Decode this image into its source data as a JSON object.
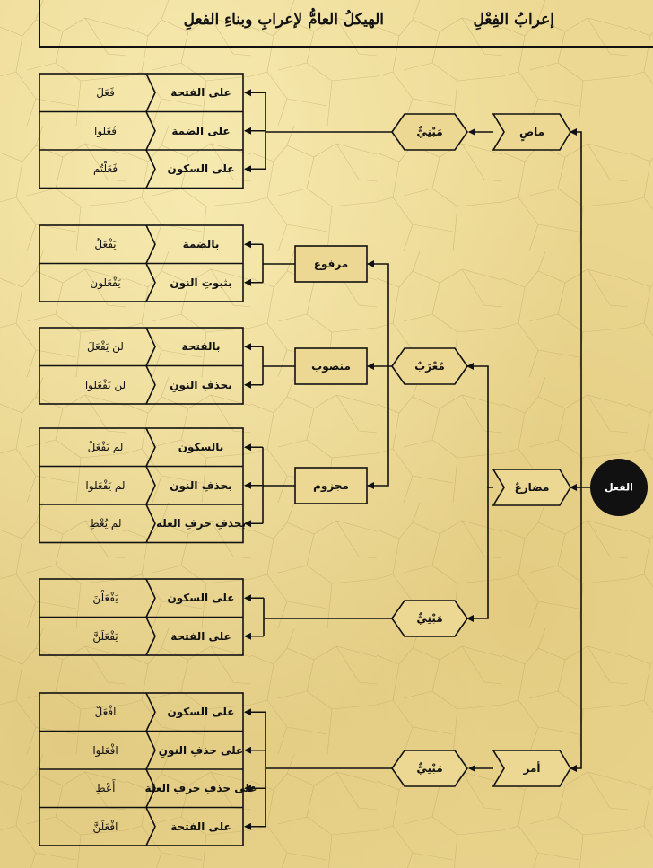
{
  "header": {
    "title_right": "إعرابُ الفِعْلِ",
    "title_main": "الهيكلُ العامُّ لإعرابِ وبناءِ الفعلِ"
  },
  "root": "الفعل",
  "verbs": {
    "madi": "ماضٍ",
    "mudari": "مضارعٌ",
    "amr": "أمر"
  },
  "states": {
    "madi_mabni": "مَبْنِيٌّ",
    "mudari_murab": "مُعْرَبٌ",
    "mudari_mabni": "مَبْنِيٌّ",
    "amr_mabni": "مَبْنِيٌّ"
  },
  "cases": {
    "marfu": "مرفوع",
    "mansub": "منصوب",
    "majzum": "مجزوم"
  },
  "groups": {
    "madi": [
      {
        "sign": "على الفتحة",
        "example": "فَعَلَ"
      },
      {
        "sign": "على الضمة",
        "example": "فَعَلوا"
      },
      {
        "sign": "على السكون",
        "example": "فَعَلْتُم"
      }
    ],
    "marfu": [
      {
        "sign": "بالضمة",
        "example": "يَفْعَلُ"
      },
      {
        "sign": "بثبوتِ النون",
        "example": "يَفْعَلون"
      }
    ],
    "mansub": [
      {
        "sign": "بالفتحة",
        "example": "لن يَفْعَلَ"
      },
      {
        "sign": "بحذفِ النونِ",
        "example": "لن يَفْعَلوا"
      }
    ],
    "majzum": [
      {
        "sign": "بالسكون",
        "example": "لم يَفْعَلْ"
      },
      {
        "sign": "بحذفِ النون",
        "example": "لم يَفْعَلوا"
      },
      {
        "sign": "بحذفِ حرفِ العلة",
        "example": "لم يُعْطِ"
      }
    ],
    "mudari_mabni": [
      {
        "sign": "على السكون",
        "example": "يَفْعَلْنَ"
      },
      {
        "sign": "على الفتحة",
        "example": "يَفْعَلَنَّ"
      }
    ],
    "amr": [
      {
        "sign": "على السكون",
        "example": "افْعَلْ"
      },
      {
        "sign": "على حذفِ النونِ",
        "example": "افْعَلوا"
      },
      {
        "sign": "على حذفِ حرفِ العلة",
        "example": "أَعْطِ"
      },
      {
        "sign": "على الفتحة",
        "example": "افْعَلَنَّ"
      }
    ]
  }
}
